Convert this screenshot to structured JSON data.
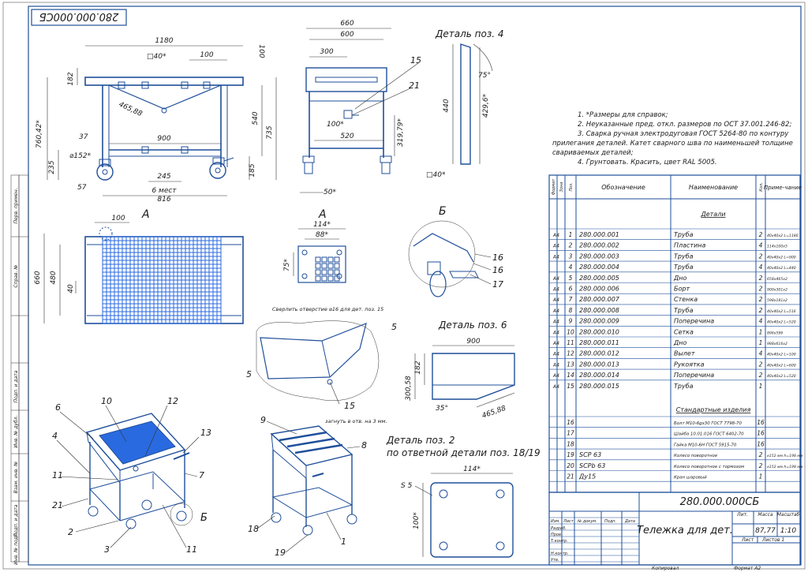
{
  "doc": {
    "stamp_number": "280.000.000СБ",
    "title_number": "280.000.000СБ",
    "title_name": "Тележка для дет.",
    "mass": "87,77",
    "scale": "1:10",
    "sheet": "Лист",
    "sheets": "Листов 1",
    "sheet_label": "Листов",
    "lit": "Лит.",
    "mass_label": "Масса",
    "scale_label": "Масштаб",
    "copied": "Копировал",
    "format": "Формат  A2",
    "rows": [
      "Изм.",
      "Лист",
      "№ докум.",
      "Подп.",
      "Дата"
    ],
    "roles": [
      "Разраб.",
      "Пров.",
      "Т.контр.",
      "",
      "Н.контр.",
      "Утв."
    ]
  },
  "side_labels": [
    "Перв. примен.",
    "Справ. №",
    "Подп. и дата",
    "Инв. № дубл.",
    "Взам. инв. №",
    "Подп. и дата",
    "Инв. № подл."
  ],
  "notes": [
    "1. *Размеры для справок;",
    "2. Неуказанные пред. откл. размеров по ОСТ 37.001.246-82;",
    "3. Сварка ручная электродуговая ГОСТ 5264-80 по контуру",
    "прилегания деталей. Катет сварного шва по наименьшей толщине",
    "свариваемых деталей;",
    "4. Грунтовать. Красить, цвет RAL 5005."
  ],
  "views": {
    "detail4": "Деталь поз. 4",
    "detail6": "Деталь поз. 6",
    "detail2a": "Деталь поз. 2",
    "detail2b": "по ответной детали поз. 18/19",
    "A": "А",
    "B": "Б",
    "drill_note": "Сверлить отверстие ⌀16 для дет. поз. 15",
    "bend_note": "загнуть в отв. на 3 мм."
  },
  "dims": {
    "d1180": "1180",
    "d40s": "□40*",
    "d100": "100",
    "d100r": "100",
    "d182": "182",
    "d46588": "465,88",
    "d7604": "760,42*",
    "d540": "540",
    "d735": "735",
    "d37": "37",
    "d900": "900",
    "d152": "⌀152*",
    "d235": "235",
    "d185": "185",
    "d57": "57",
    "d245": "245",
    "d6m": "6 мест",
    "d816": "816",
    "d660": "660",
    "d600": "600",
    "d300": "300",
    "d15": "15",
    "d21": "21",
    "d100b": "100*",
    "d520": "520",
    "d31979": "319,79*",
    "d50": "50*",
    "d440": "440",
    "d4296": "429,6*",
    "d75": "75°",
    "d40b": "□40*",
    "dA100": "100",
    "dA660": "660",
    "dA480": "480",
    "dA40": "40",
    "d114": "114*",
    "d88": "88*",
    "d75s": "75*",
    "c16a": "16",
    "c16b": "16",
    "c17": "17",
    "c5a": "5",
    "c5b": "5",
    "c15": "15",
    "d6_900": "900",
    "d6_182": "182",
    "d6_30058": "300,58",
    "d6_35": "35°",
    "d6_46588": "465,88",
    "d2_114": "114*",
    "d2_100": "100*",
    "d2_s5": "S 5",
    "c10": "10",
    "c12": "12",
    "c6": "6",
    "c13": "13",
    "c4": "4",
    "c11a": "11",
    "c7": "7",
    "c21": "21",
    "c2": "2",
    "c3": "3",
    "c11b": "11",
    "cB": "Б",
    "c9": "9",
    "c8": "8",
    "c18": "18",
    "c19": "19",
    "c1": "1"
  },
  "bom": {
    "headers": [
      "Формат",
      "Зона",
      "Поз.",
      "Обозначение",
      "Наименование",
      "Кол.",
      "Приме-чание"
    ],
    "section1": "Детали",
    "section2": "Стандартные изделия",
    "rows": [
      {
        "f": "A4",
        "p": "1",
        "des": "280.000.001",
        "name": "Труба",
        "q": "2",
        "note": "40х40х2 L=1180"
      },
      {
        "f": "A4",
        "p": "2",
        "des": "280.000.002",
        "name": "Пластина",
        "q": "4",
        "note": "114х100х5"
      },
      {
        "f": "A4",
        "p": "3",
        "des": "280.000.003",
        "name": "Труба",
        "q": "2",
        "note": "40х40х2 L=900"
      },
      {
        "f": "",
        "p": "4",
        "des": "280.000.004",
        "name": "Труба",
        "q": "4",
        "note": "40х40х2 L=440"
      },
      {
        "f": "A4",
        "p": "5",
        "des": "280.000.005",
        "name": "Дно",
        "q": "2",
        "note": "658х465х2"
      },
      {
        "f": "A4",
        "p": "6",
        "des": "280.000.006",
        "name": "Борт",
        "q": "2",
        "note": "900х301х2"
      },
      {
        "f": "A4",
        "p": "7",
        "des": "280.000.007",
        "name": "Стенка",
        "q": "2",
        "note": "598х181х2"
      },
      {
        "f": "A4",
        "p": "8",
        "des": "280.000.008",
        "name": "Труба",
        "q": "2",
        "note": "40х40х2 L=516"
      },
      {
        "f": "A4",
        "p": "9",
        "des": "280.000.009",
        "name": "Поперечина",
        "q": "4",
        "note": "40х40х2 L=520"
      },
      {
        "f": "A4",
        "p": "10",
        "des": "280.000.010",
        "name": "Сетка",
        "q": "1",
        "note": "896х596"
      },
      {
        "f": "A4",
        "p": "11",
        "des": "280.000.011",
        "name": "Дно",
        "q": "1",
        "note": "988х616х2"
      },
      {
        "f": "A4",
        "p": "12",
        "des": "280.000.012",
        "name": "Вылет",
        "q": "4",
        "note": "40х40х2 L=100"
      },
      {
        "f": "A4",
        "p": "13",
        "des": "280.000.013",
        "name": "Рукоятка",
        "q": "2",
        "note": "40х40х2 L=600"
      },
      {
        "f": "A4",
        "p": "14",
        "des": "280.000.014",
        "name": "Поперечина",
        "q": "2",
        "note": "40х40х2 L=520"
      },
      {
        "f": "A4",
        "p": "15",
        "des": "280.000.015",
        "name": "Труба",
        "q": "1",
        "note": ""
      }
    ],
    "std_rows": [
      {
        "p": "16",
        "des": "",
        "name": "Болт М10-6gх30 ГОСТ 7798-70",
        "q": "16",
        "note": ""
      },
      {
        "p": "17",
        "des": "",
        "name": "Шайба 10.01.016 ГОСТ 6402-70",
        "q": "16",
        "note": ""
      },
      {
        "p": "18",
        "des": "",
        "name": "Гайка М10-6Н ГОСТ 5915-70",
        "q": "16",
        "note": ""
      },
      {
        "p": "19",
        "des": "SCP 63",
        "name": "Колесо поворотное",
        "q": "2",
        "note": "⌀152 мм h=198 мм"
      },
      {
        "p": "20",
        "des": "SCPb 63",
        "name": "Колесо поворотное с тормозом",
        "q": "2",
        "note": "⌀152 мм h=198 мм"
      },
      {
        "p": "21",
        "des": "Ду15",
        "name": "Кран шаровый",
        "q": "1",
        "note": ""
      }
    ]
  }
}
